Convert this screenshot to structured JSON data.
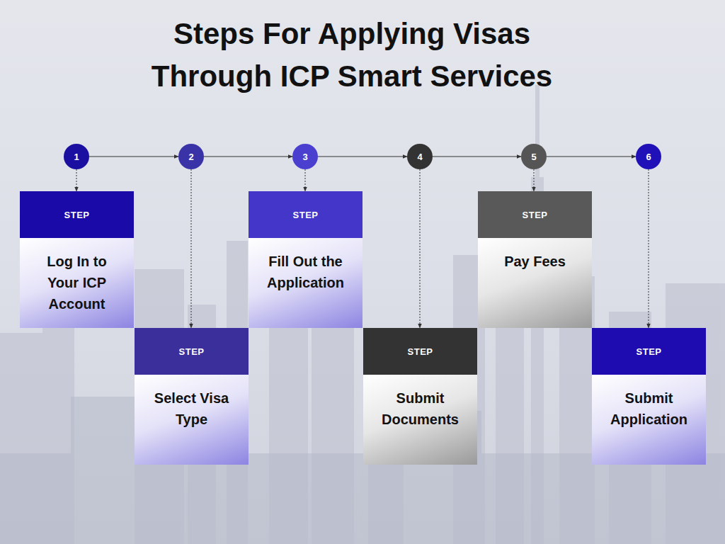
{
  "diagram": {
    "title": "Steps For Applying Visas Through ICP Smart Services",
    "nodes": [
      {
        "text": [
          "1"
        ]
      },
      {
        "text": [
          "STEP",
          "Log In to Your ICP Account"
        ]
      },
      {
        "text": [
          "2"
        ]
      },
      {
        "text": [
          "STEP",
          "Select Visa Type"
        ]
      },
      {
        "text": [
          "3"
        ]
      },
      {
        "text": [
          "STEP",
          "Fill Out the Application"
        ]
      },
      {
        "text": [
          "4"
        ]
      },
      {
        "text": [
          "STEP",
          "Submit Documents"
        ]
      },
      {
        "text": [
          "5"
        ]
      },
      {
        "text": [
          "STEP",
          "Pay Fees"
        ]
      },
      {
        "text": [
          "6"
        ]
      },
      {
        "text": [
          "STEP",
          "Submit Application"
        ]
      }
    ],
    "edges": [
      {
        "from": 0,
        "to": 2,
        "arrow": "to"
      },
      {
        "from": 2,
        "to": 4,
        "arrow": "to"
      },
      {
        "from": 4,
        "to": 6,
        "arrow": "to"
      },
      {
        "from": 6,
        "to": 8,
        "arrow": "to"
      },
      {
        "from": 8,
        "to": 10,
        "arrow": "to"
      },
      {
        "from": 0,
        "to": 1,
        "arrow": "to"
      },
      {
        "from": 2,
        "to": 3,
        "arrow": "to"
      },
      {
        "from": 4,
        "to": 5,
        "arrow": "to"
      },
      {
        "from": 6,
        "to": 7,
        "arrow": "to"
      },
      {
        "from": 8,
        "to": 9,
        "arrow": "to"
      },
      {
        "from": 10,
        "to": 11,
        "arrow": "to"
      }
    ]
  }
}
